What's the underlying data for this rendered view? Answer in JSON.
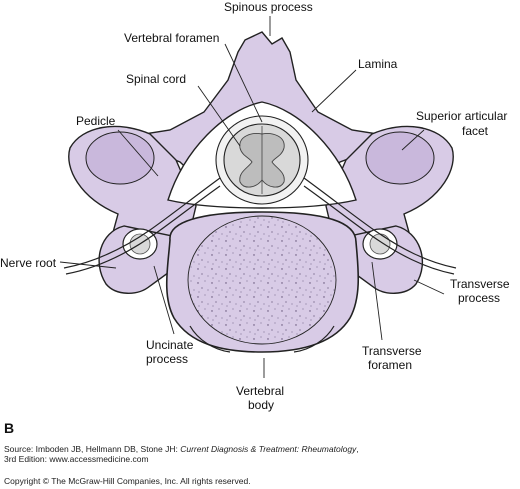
{
  "labels": {
    "spinous_process": "Spinous process",
    "vertebral_foramen": "Vertebral foramen",
    "lamina": "Lamina",
    "spinal_cord": "Spinal cord",
    "pedicle": "Pedicle",
    "superior_articular_facet_1": "Superior articular",
    "superior_articular_facet_2": "facet",
    "nerve_root": "Nerve root",
    "transverse_process_1": "Transverse",
    "transverse_process_2": "process",
    "uncinate_process_1": "Uncinate",
    "uncinate_process_2": "process",
    "transverse_foramen_1": "Transverse",
    "transverse_foramen_2": "foramen",
    "vertebral_body_1": "Vertebral",
    "vertebral_body_2": "body"
  },
  "panel_letter": "B",
  "source": {
    "prefix": "Source: Imboden JB, Hellmann DB, Stone JH: ",
    "title": "Current Diagnosis & Treatment: Rheumatology",
    "suffix": ",",
    "line2": "3rd Edition: www.accessmedicine.com"
  },
  "copyright": "Copyright © The McGraw-Hill Companies, Inc. All rights reserved.",
  "colors": {
    "bone": "#d8cbe6",
    "bone_dark": "#bca9d3",
    "cord": "#d9d9d9",
    "outline": "#222222"
  }
}
